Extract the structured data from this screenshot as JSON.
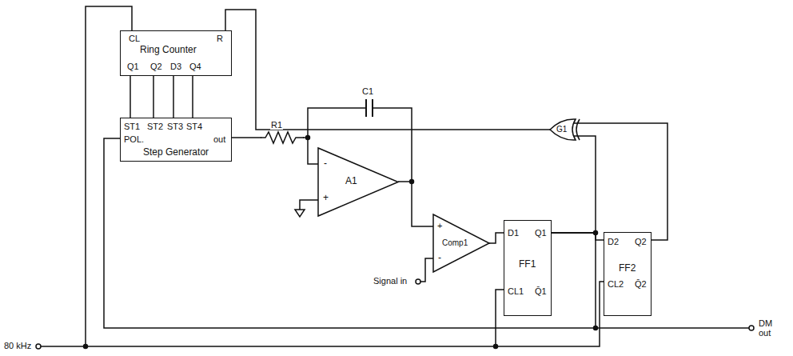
{
  "diagram": {
    "nodes": [
      {
        "text": [
          "CL",
          "R",
          "Ring Counter",
          "Q1",
          "Q2",
          "D3",
          "Q4"
        ]
      },
      {
        "text": [
          "ST1",
          "ST2",
          "ST3",
          "ST4",
          "POL.",
          "out",
          "Step Generator"
        ]
      },
      {
        "text": [
          "-",
          "+",
          "A1"
        ]
      },
      {
        "text": [
          "+",
          "Comp1",
          "-"
        ]
      },
      {
        "text": [
          "D1",
          "Q1",
          "FF1",
          "CL1",
          "Q̄1"
        ]
      },
      {
        "text": [
          "D2",
          "Q2",
          "FF2",
          "CL2",
          "Q̄2"
        ]
      },
      {
        "text": [
          "G1"
        ]
      }
    ],
    "edges": [
      {
        "from": 0,
        "to": 1,
        "arrow": "none"
      },
      {
        "from": 0,
        "to": 1,
        "arrow": "none"
      },
      {
        "from": 0,
        "to": 1,
        "arrow": "none"
      },
      {
        "from": 0,
        "to": 1,
        "arrow": "none"
      },
      {
        "from": 1,
        "to": 2,
        "arrow": "none"
      },
      {
        "from": 2,
        "to": 3,
        "arrow": "none"
      },
      {
        "from": 3,
        "to": 4,
        "arrow": "none"
      },
      {
        "from": 4,
        "to": 5,
        "arrow": "none"
      },
      {
        "from": 4,
        "to": 6,
        "arrow": "none"
      },
      {
        "from": 5,
        "to": 6,
        "arrow": "none"
      },
      {
        "from": 6,
        "to": 0,
        "arrow": "none"
      },
      {
        "from": 4,
        "to": 1,
        "arrow": "none"
      }
    ],
    "labels": [
      "R1",
      "C1",
      "Signal in",
      "80 kHz",
      "DM out"
    ]
  }
}
